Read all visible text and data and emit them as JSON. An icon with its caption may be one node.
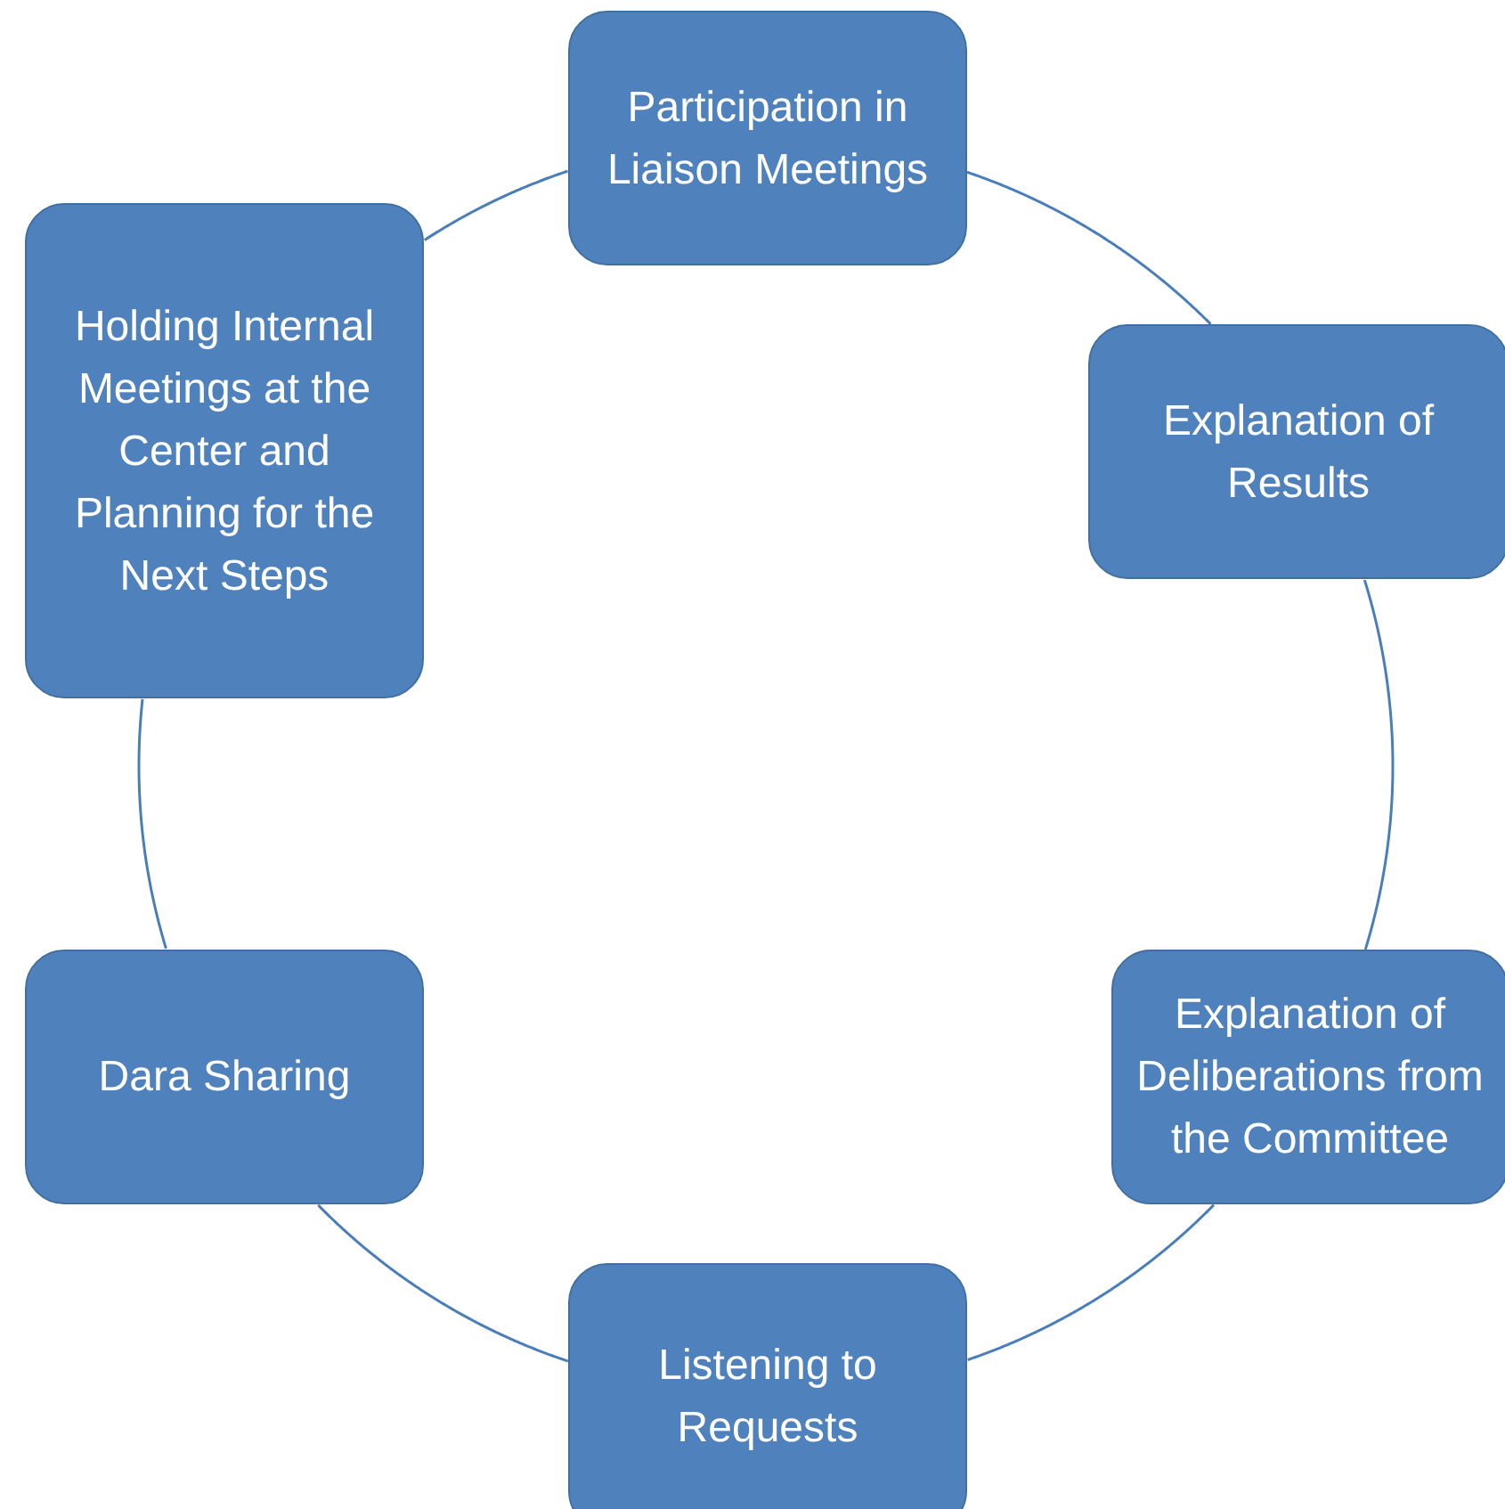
{
  "diagram": {
    "nodes": [
      {
        "text": [
          "Participation in Liaison Meetings"
        ]
      },
      {
        "text": [
          "Explanation of Results"
        ]
      },
      {
        "text": [
          "Explanation of Deliberations from the Committee"
        ]
      },
      {
        "text": [
          "Listening to Requests"
        ]
      },
      {
        "text": [
          "Dara Sharing"
        ]
      },
      {
        "text": [
          "Holding Internal Meetings at the Center and Planning for the Next Steps"
        ]
      }
    ],
    "edges": [
      {
        "from": 0,
        "to": 1,
        "arrow": "none"
      },
      {
        "from": 1,
        "to": 2,
        "arrow": "none"
      },
      {
        "from": 2,
        "to": 3,
        "arrow": "none"
      },
      {
        "from": 3,
        "to": 4,
        "arrow": "none"
      },
      {
        "from": 4,
        "to": 5,
        "arrow": "none"
      },
      {
        "from": 5,
        "to": 0,
        "arrow": "none"
      }
    ]
  }
}
